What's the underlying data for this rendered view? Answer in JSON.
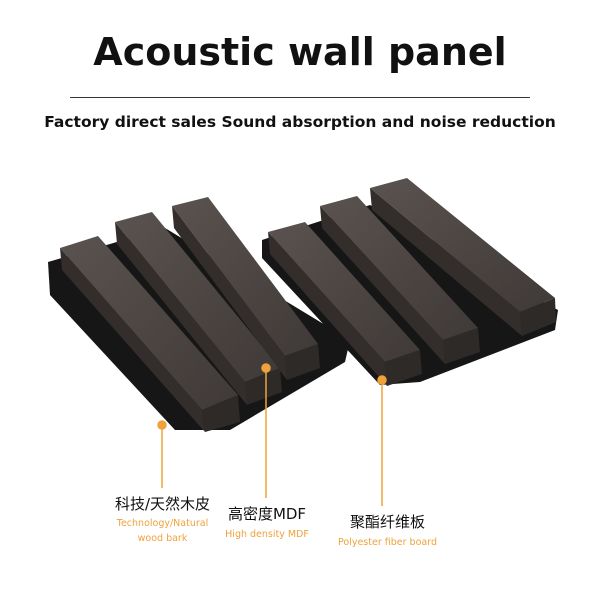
{
  "title": "Acoustic wall panel",
  "subtitle": "Factory direct sales Sound absorption and noise reduction",
  "labels": [
    {
      "cn": "科技/天然木皮",
      "en": "Technology/Natural wood bark"
    },
    {
      "cn": "高密度MDF",
      "en": "High density MDF"
    },
    {
      "cn": "聚酯纤维板",
      "en": "Polyester fiber board"
    }
  ],
  "colors": {
    "accent": "#f0a23a",
    "wood": "#4a4340",
    "felt": "#151515"
  }
}
